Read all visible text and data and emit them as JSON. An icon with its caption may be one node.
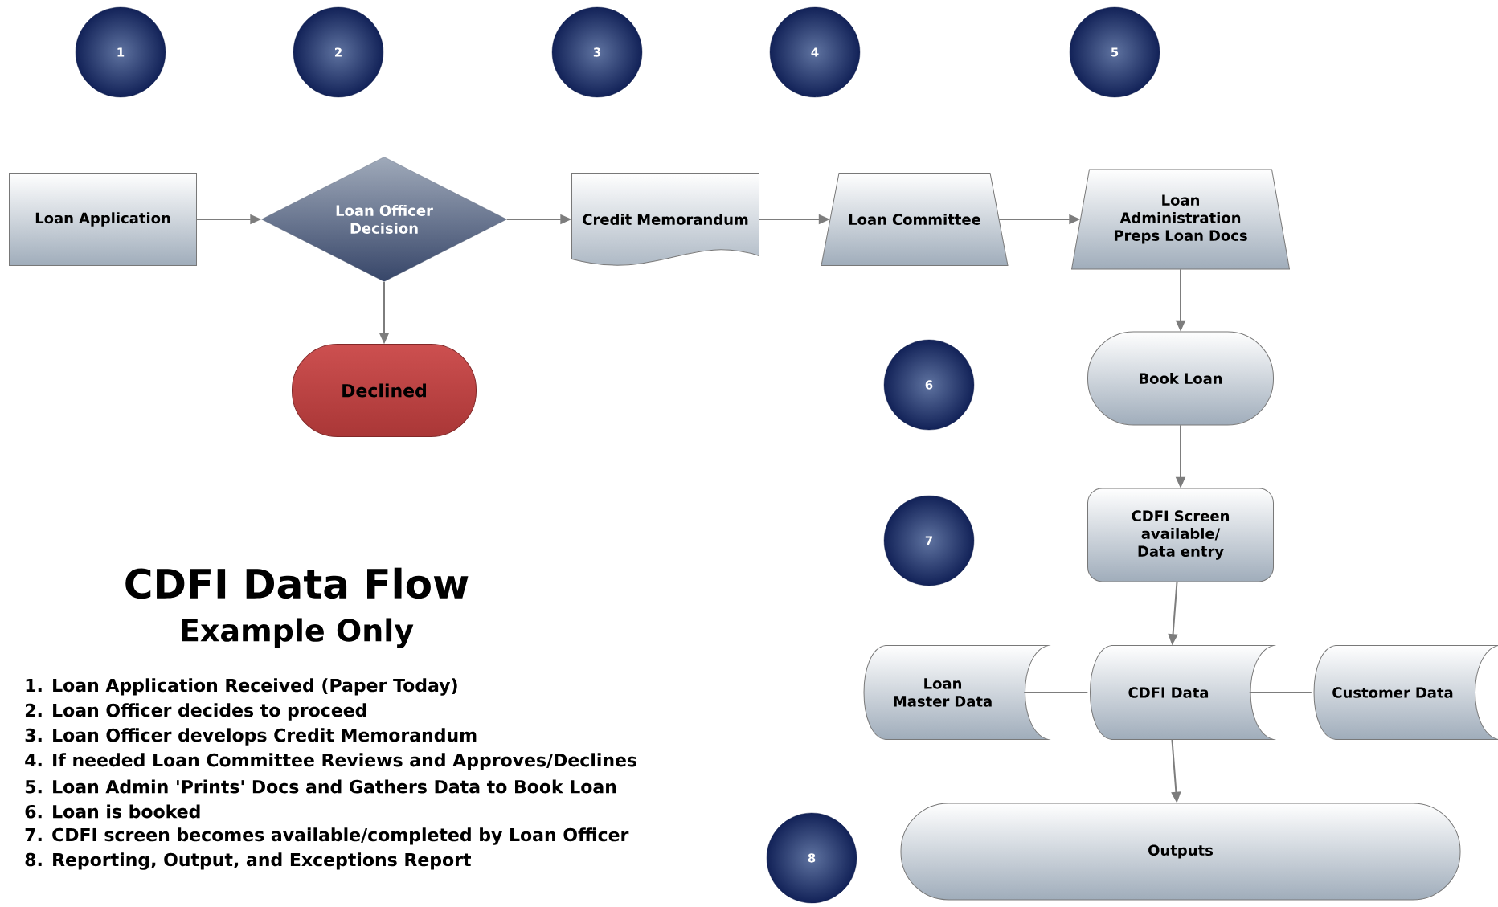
{
  "diagram": {
    "title": "CDFI Data Flow",
    "nodes": [
      {
        "text": [
          "1"
        ]
      },
      {
        "text": [
          "2"
        ]
      },
      {
        "text": [
          "3"
        ]
      },
      {
        "text": [
          "4"
        ]
      },
      {
        "text": [
          "5"
        ]
      },
      {
        "text": [
          "Loan Application"
        ]
      },
      {
        "text": [
          "Loan Officer Decision"
        ]
      },
      {
        "text": [
          "Credit Memorandum"
        ]
      },
      {
        "text": [
          "Loan Committee"
        ]
      },
      {
        "text": [
          "Loan Administration Preps Loan Docs"
        ]
      },
      {
        "text": [
          "Declined"
        ]
      },
      {
        "text": [
          "6"
        ]
      },
      {
        "text": [
          "Book Loan"
        ]
      },
      {
        "text": [
          "7"
        ]
      },
      {
        "text": [
          "CDFI Screen available/ Data entry"
        ]
      },
      {
        "text": [
          "Loan Master Data"
        ]
      },
      {
        "text": [
          "CDFI Data"
        ]
      },
      {
        "text": [
          "Customer Data"
        ]
      },
      {
        "text": [
          "8"
        ]
      },
      {
        "text": [
          "Outputs"
        ]
      }
    ],
    "edges": [
      {
        "from": 5,
        "to": 6,
        "arrow": "to"
      },
      {
        "from": 6,
        "to": 7,
        "arrow": "to"
      },
      {
        "from": 7,
        "to": 8,
        "arrow": "to"
      },
      {
        "from": 8,
        "to": 9,
        "arrow": "to"
      },
      {
        "from": 6,
        "to": 10,
        "arrow": "to"
      },
      {
        "from": 9,
        "to": 12,
        "arrow": "to"
      },
      {
        "from": 12,
        "to": 14,
        "arrow": "to"
      },
      {
        "from": 14,
        "to": 16,
        "arrow": "to"
      },
      {
        "from": 15,
        "to": 16,
        "arrow": "none"
      },
      {
        "from": 16,
        "to": 17,
        "arrow": "none"
      },
      {
        "from": 16,
        "to": 19,
        "arrow": "to"
      }
    ],
    "labels": [
      "Example Only",
      "1. Loan Application Received (Paper Today)",
      "2. Loan Officer decides to proceed",
      "3. Loan Officer develops Credit Memorandum",
      "4. If needed Loan Committee Reviews and Approves/Declines",
      "5. Loan Admin 'Prints' Docs and Gathers Data to Book Loan",
      "6. Loan is booked",
      "7. CDFI screen becomes available/completed by Loan Officer",
      "8. Reporting, Output, and Exceptions Report"
    ]
  }
}
